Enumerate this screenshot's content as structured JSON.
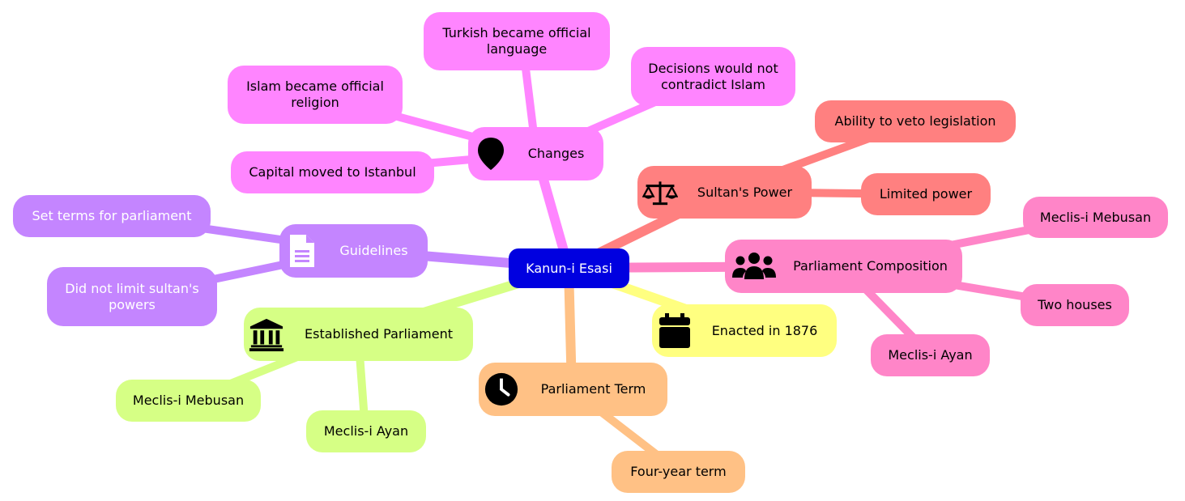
{
  "root": {
    "label": "Kanun-i Esasi"
  },
  "colors": {
    "root": "#0000e0",
    "changes": "#ff85ff",
    "sultan": "#ff8080",
    "parliament_composition": "#ff85c8",
    "enacted": "#ffff80",
    "term": "#ffc185",
    "established": "#d6ff85",
    "guidelines": "#c485ff"
  },
  "branches": {
    "changes": {
      "label": "Changes",
      "icon": "map-pin-icon",
      "children": [
        "Turkish became official language",
        "Decisions would not contradict Islam",
        "Islam became official religion",
        "Capital moved to Istanbul"
      ]
    },
    "sultan": {
      "label": "Sultan's Power",
      "icon": "scale-icon",
      "children": [
        "Ability to veto legislation",
        "Limited power"
      ]
    },
    "parliament_composition": {
      "label": "Parliament Composition",
      "icon": "users-icon",
      "children": [
        "Meclis-i Mebusan",
        "Two houses",
        "Meclis-i Ayan"
      ]
    },
    "enacted": {
      "label": "Enacted in 1876",
      "icon": "calendar-icon"
    },
    "term": {
      "label": "Parliament Term",
      "icon": "clock-icon",
      "children": [
        "Four-year term"
      ]
    },
    "established": {
      "label": "Established Parliament",
      "icon": "landmark-icon",
      "children": [
        "Meclis-i Mebusan",
        "Meclis-i Ayan"
      ]
    },
    "guidelines": {
      "label": "Guidelines",
      "icon": "document-icon",
      "children": [
        "Set terms for parliament",
        "Did not limit sultan's powers"
      ]
    }
  }
}
